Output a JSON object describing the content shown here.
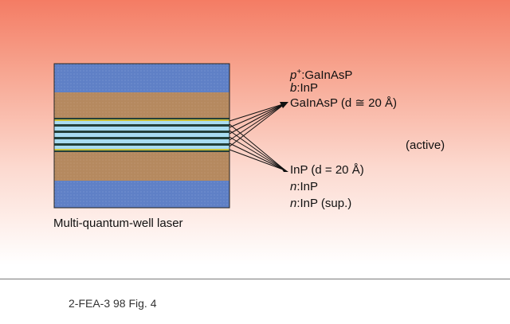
{
  "figure": {
    "caption": "Multi-quantum-well laser",
    "figure_id": "2-FEA-3 98 Fig. 4",
    "colors": {
      "background_top": "#f47c64",
      "background_bottom": "#ffffff",
      "cladding_blue": "#5f80c6",
      "cladding_tan": "#b5895f",
      "well_light": "#a9dcf2",
      "barrier_dark": "#24403a",
      "stripe_yellow": "#c9c23a"
    },
    "labels": {
      "p_contact": {
        "prefix": "p",
        "sup": "+",
        "rest": ":GaInAsP"
      },
      "b_layer": {
        "prefix": "b",
        "rest": ":InP"
      },
      "well": "GaInAsP (d ≅ 20 Å)",
      "active": "(active)",
      "barrier": "InP (d = 20 Å)",
      "n_layer": {
        "prefix": "n",
        "rest": ":InP"
      },
      "n_substrate": {
        "prefix": "n",
        "rest": ":InP (sup.)"
      }
    }
  }
}
